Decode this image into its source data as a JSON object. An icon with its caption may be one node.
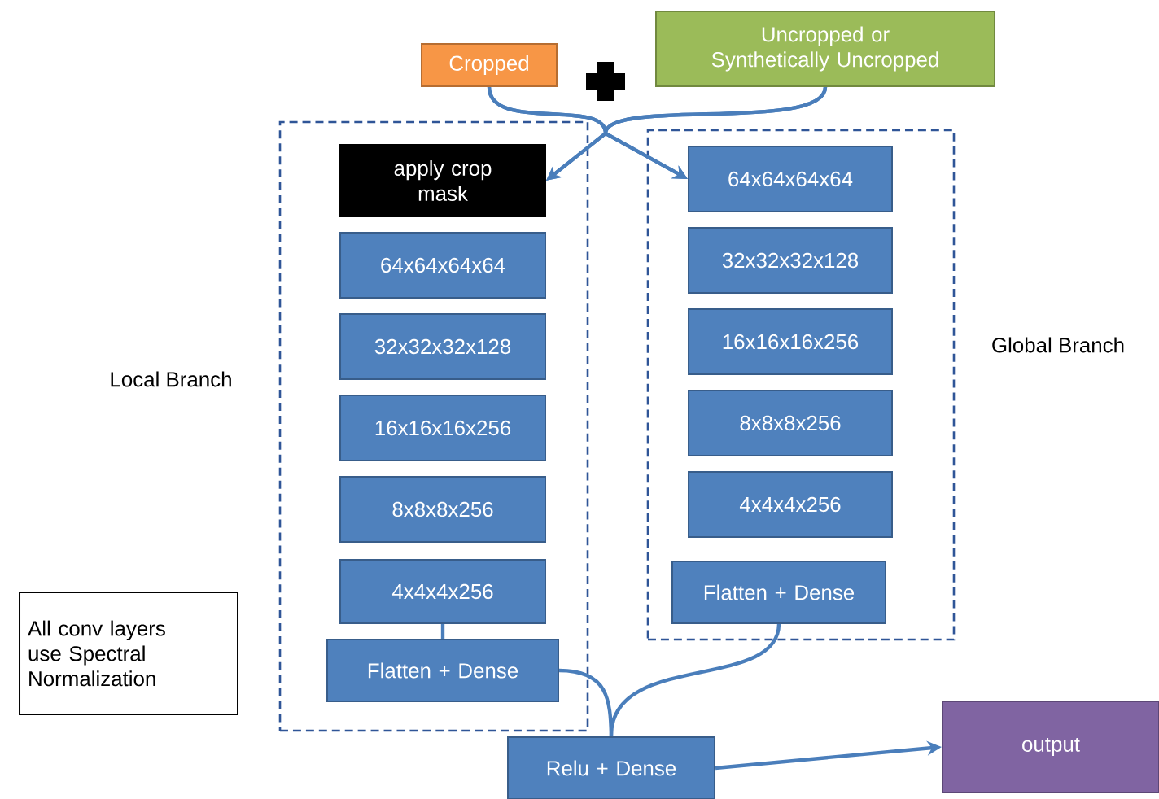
{
  "diagram": {
    "nodes": [
      {
        "text": [
          "Cropped"
        ]
      },
      {
        "text": [
          "Uncropped or Synthetically Uncropped"
        ]
      },
      {
        "text": [
          "Local Branch"
        ]
      },
      {
        "text": [
          "apply crop mask"
        ],
        "in": 2
      },
      {
        "text": [
          "64x64x64x64"
        ],
        "in": 2
      },
      {
        "text": [
          "32x32x32x128"
        ],
        "in": 2
      },
      {
        "text": [
          "16x16x16x256"
        ],
        "in": 2
      },
      {
        "text": [
          "8x8x8x256"
        ],
        "in": 2
      },
      {
        "text": [
          "4x4x4x256"
        ],
        "in": 2
      },
      {
        "text": [
          "Flatten + Dense"
        ],
        "in": 2
      },
      {
        "text": [
          "Global Branch"
        ]
      },
      {
        "text": [
          "64x64x64x64"
        ],
        "in": 10
      },
      {
        "text": [
          "32x32x32x128"
        ],
        "in": 10
      },
      {
        "text": [
          "16x16x16x256"
        ],
        "in": 10
      },
      {
        "text": [
          "8x8x8x256"
        ],
        "in": 10
      },
      {
        "text": [
          "4x4x4x256"
        ],
        "in": 10
      },
      {
        "text": [
          "Flatten + Dense"
        ],
        "in": 10
      },
      {
        "text": [
          "Relu + Dense"
        ]
      },
      {
        "text": [
          "output"
        ]
      },
      {
        "text": [
          "All conv layers use Spectral Normalization"
        ]
      }
    ],
    "edges": [
      {
        "from": 0,
        "to": 3,
        "arrow": "to"
      },
      {
        "from": 0,
        "to": 11,
        "arrow": "to"
      },
      {
        "from": 1,
        "to": 3,
        "arrow": "to"
      },
      {
        "from": 1,
        "to": 11,
        "arrow": "to"
      },
      {
        "from": 8,
        "to": 9,
        "arrow": "none"
      },
      {
        "from": 9,
        "to": 17,
        "arrow": "none"
      },
      {
        "from": 16,
        "to": 17,
        "arrow": "none"
      },
      {
        "from": 17,
        "to": 18,
        "arrow": "to"
      }
    ]
  }
}
